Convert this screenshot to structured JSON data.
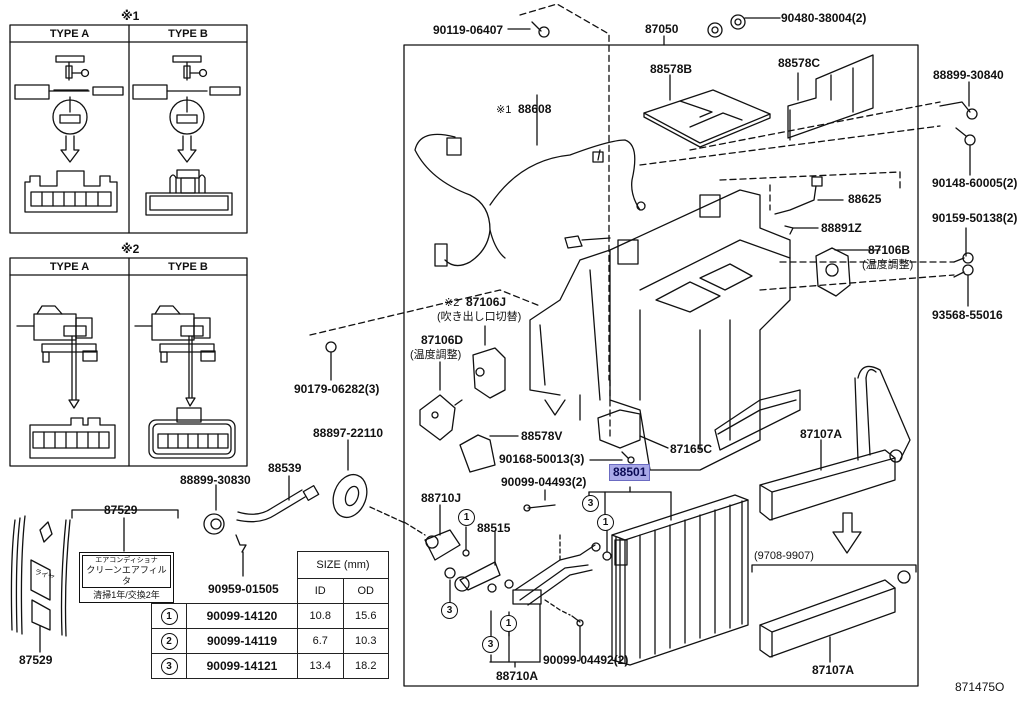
{
  "diagram": {
    "figure_id": "871475O",
    "inset_connector_1": {
      "marker": "※1",
      "type_a": "TYPE A",
      "type_b": "TYPE B"
    },
    "inset_connector_2": {
      "marker": "※2",
      "type_a": "TYPE A",
      "type_b": "TYPE B"
    },
    "part_labels": {
      "p90119_06407": "90119-06407",
      "p87050": "87050",
      "p90480_38004": "90480-38004(2)",
      "p88578B": "88578B",
      "p88578C": "88578C",
      "p88899_30840": "88899-30840",
      "p88608_marker": "※1",
      "p88608": "88608",
      "p90148_60005": "90148-60005(2)",
      "p88625": "88625",
      "p88891Z": "88891Z",
      "p90159_50138": "90159-50138(2)",
      "p87106B": "87106B",
      "p87106B_note": "(温度調整)",
      "p93568_55016": "93568-55016",
      "p87106J_marker": "※2",
      "p87106J": "87106J",
      "p87106J_note": "(吹き出し口切替)",
      "p87106D": "87106D",
      "p87106D_note": "(温度調整)",
      "p90179_06282": "90179-06282(3)",
      "p88578V": "88578V",
      "p90168_50013": "90168-50013(3)",
      "p87165C": "87165C",
      "p88897_22110": "88897-22110",
      "p88539": "88539",
      "p88899_30830": "88899-30830",
      "p90099_04493": "90099-04493(2)",
      "p88501": "88501",
      "p87107A_top": "87107A",
      "p87529_top": "87529",
      "p88710J": "88710J",
      "p88515": "88515",
      "p90959_01505": "90959-01505",
      "p9708_9907": "(9708-9907)",
      "p90099_04492": "90099-04492(2)",
      "p88710A": "88710A",
      "p87107A_bottom": "87107A",
      "p87529_bottom": "87529"
    },
    "label_sticker": {
      "line1": "エアコンディショナ",
      "line2": "クリーンエアフィルタ",
      "line3": "清掃1年/交換2年"
    },
    "sticker_tag": "ライヤ",
    "highlighted_part": "88501",
    "highlight_color": "#a9a9e8",
    "oring_callouts": [
      "1",
      "2",
      "3",
      "3",
      "3",
      "1",
      "3",
      "1"
    ],
    "size_table": {
      "header": "SIZE (mm)",
      "col_id": "ID",
      "col_od": "OD",
      "rows": [
        {
          "ref": "1",
          "part": "90099-14120",
          "id": "10.8",
          "od": "15.6"
        },
        {
          "ref": "2",
          "part": "90099-14119",
          "id": "6.7",
          "od": "10.3"
        },
        {
          "ref": "3",
          "part": "90099-14121",
          "id": "13.4",
          "od": "18.2"
        }
      ]
    }
  }
}
